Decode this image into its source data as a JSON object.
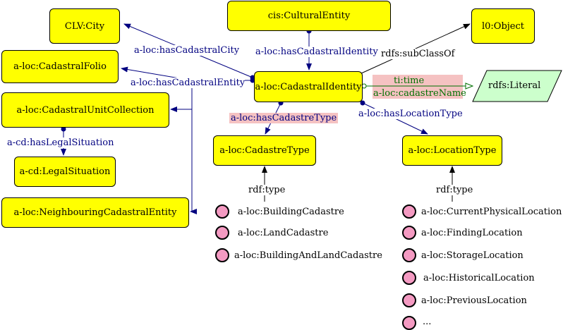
{
  "colors": {
    "class_fill": "#ffff00",
    "literal_fill": "#ccffcc",
    "individual_fill": "#f49ac2",
    "object_property": "#000080",
    "data_property": "#007000",
    "label_highlight": "#f5c2c2"
  },
  "nodes": {
    "clv_city": "CLV:City",
    "cultural_entity": "cis:CulturalEntity",
    "object": "l0:Object",
    "cadastral_folio": "a-loc:CadastralFolio",
    "cadastral_identity": "a-loc:CadastralIdentity",
    "literal": "rdfs:Literal",
    "cadastral_unit_collection": "a-loc:CadastralUnitCollection",
    "cadastre_type": "a-loc:CadastreType",
    "location_type": "a-loc:LocationType",
    "legal_situation": "a-cd:LegalSituation",
    "neighbouring_entity": "a-loc:NeighbouringCadastralEntity"
  },
  "edges": {
    "has_cadastral_city": "a-loc:hasCadastralCity",
    "has_cadastral_identity": "a-loc:hasCadastralIdentity",
    "subclass_of": "rdfs:subClassOf",
    "has_cadastral_entity": "a-loc:hasCadastralEntity",
    "ti_time": "ti:time",
    "cadastre_name": "a-loc:cadastreName",
    "has_cadastre_type": "a-loc:hasCadastreType",
    "has_location_type": "a-loc:hasLocationType",
    "has_legal_situation": "a-cd:hasLegalSituation",
    "rdf_type_left": "rdf:type",
    "rdf_type_right": "rdf:type"
  },
  "cadastre_individuals": [
    "a-loc:BuildingCadastre",
    "a-loc:LandCadastre",
    "a-loc:BuildingAndLandCadastre"
  ],
  "location_individuals": [
    "a-loc:CurrentPhysicalLocation",
    "a-loc:FindingLocation",
    "a-loc:StorageLocation",
    "a-loc:HistoricalLocation",
    "a-loc:PreviousLocation",
    "..."
  ]
}
